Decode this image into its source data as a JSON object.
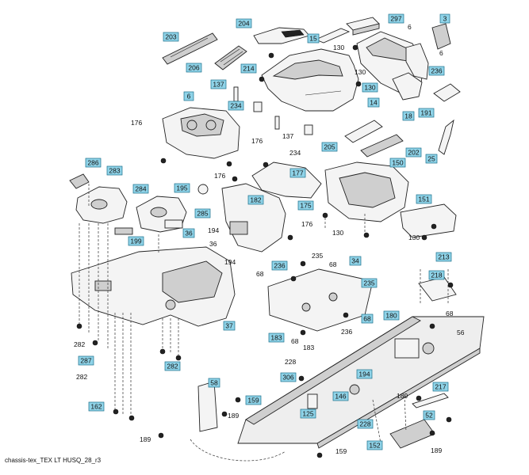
{
  "caption": "chassis-tex_TEX LT HUSQ_28_r3",
  "callouts": {
    "c203": "203",
    "c204": "204",
    "c297": "297",
    "c3": "3",
    "c15": "15",
    "c206": "206",
    "c214": "214",
    "c236a": "236",
    "c137": "137",
    "c234": "234",
    "c14": "14",
    "c130b": "130",
    "c191": "191",
    "c18": "18",
    "c6a": "6",
    "c205": "205",
    "c202": "202",
    "c25": "25",
    "c286": "286",
    "c283": "283",
    "c177": "177",
    "c150": "150",
    "c284": "284",
    "c195": "195",
    "c182": "182",
    "c175": "175",
    "c285": "285",
    "c151": "151",
    "c36a": "36",
    "c199": "199",
    "c236b": "236",
    "c34": "34",
    "c235b": "235",
    "c213": "213",
    "c218": "218",
    "c37": "37",
    "c68b": "68",
    "c183": "183",
    "c180": "180",
    "c282b": "282",
    "c287": "287",
    "c306": "306",
    "c194c": "194",
    "c146": "146",
    "c58": "58",
    "c159": "159",
    "c217": "217",
    "c162": "162",
    "c125": "125",
    "c228b": "228",
    "c52": "52",
    "c152": "152"
  },
  "labels": {
    "l6b": "6",
    "l6c": "6",
    "l130a": "130",
    "l130c": "130",
    "l176a": "176",
    "l176b": "176",
    "l176c": "176",
    "l176d": "176",
    "l137b": "137",
    "l234b": "234",
    "l194a": "194",
    "l36b": "36",
    "l194b": "194",
    "l235a": "235",
    "l68a": "68",
    "l68c": "68",
    "l68d": "68",
    "l68e": "68",
    "l236c": "236",
    "l183b": "183",
    "l130d": "130",
    "l130e": "130",
    "l282a": "282",
    "l282c": "282",
    "l228a": "228",
    "l189a": "189",
    "l189b": "189",
    "l189c": "189",
    "l189d": "189",
    "l159b": "159",
    "l56": "56"
  }
}
